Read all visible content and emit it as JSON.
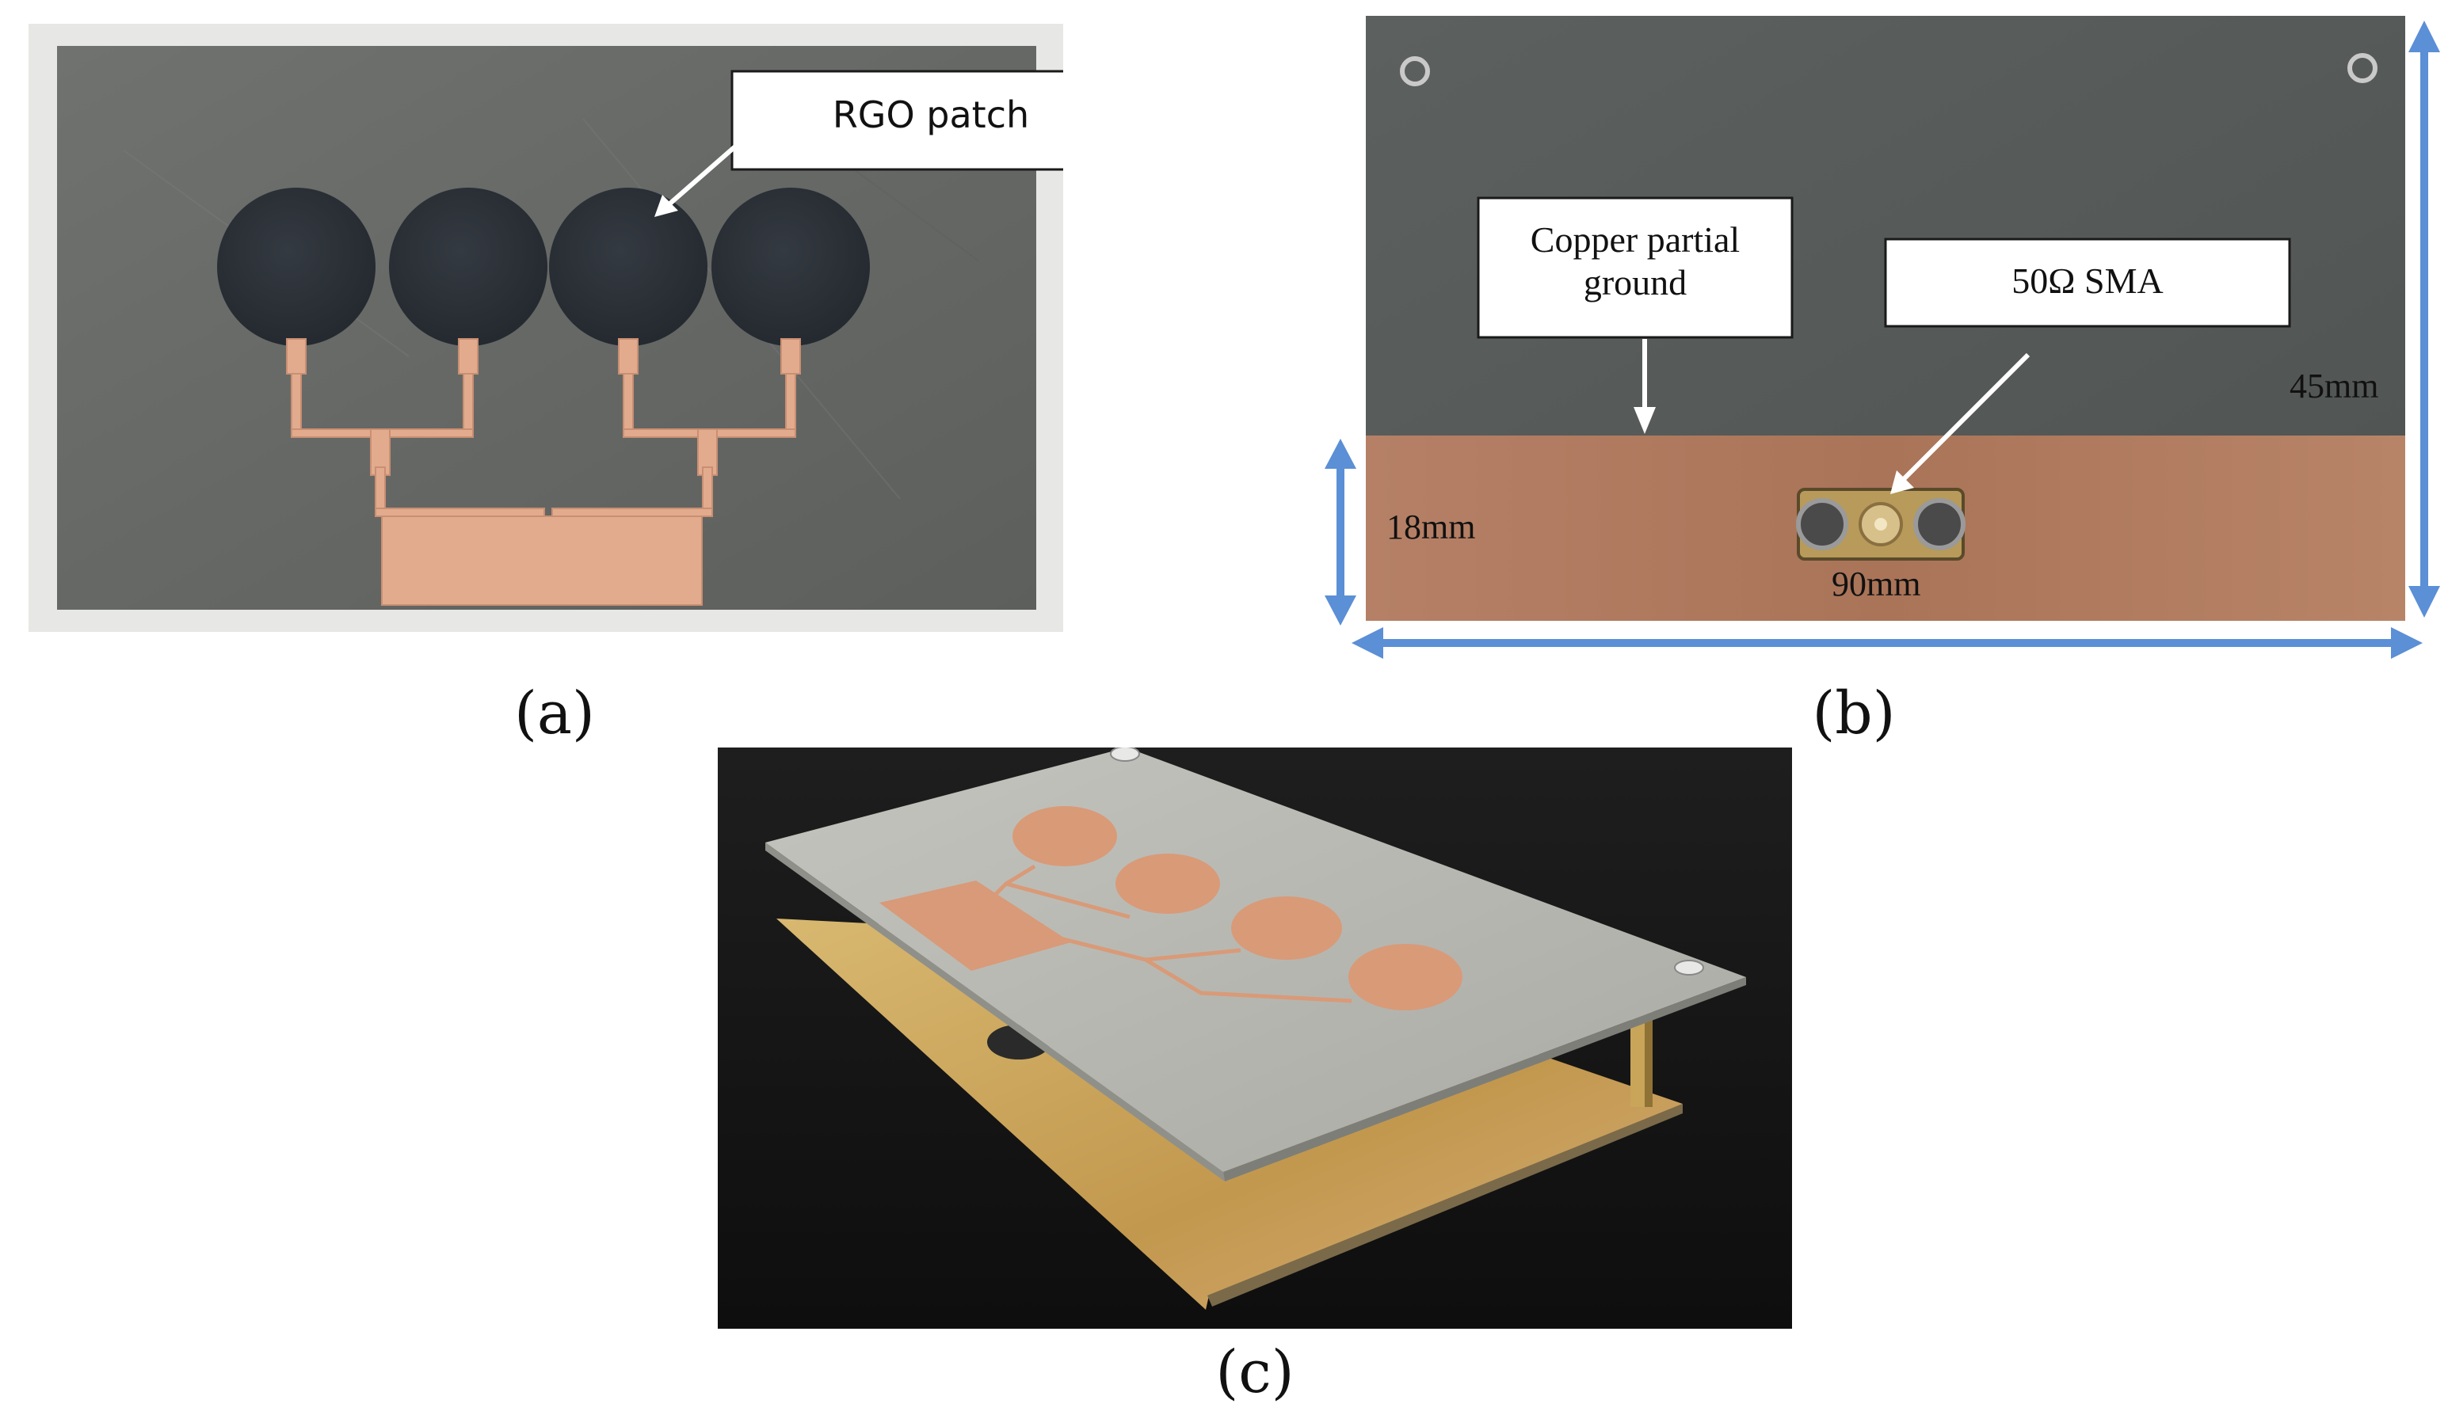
{
  "figure": {
    "panels": [
      {
        "id": "a",
        "caption": "(a)",
        "annotations": {
          "patch_label": "RGO patch"
        },
        "colors": {
          "board": "#6a6a68",
          "patch": "#2a2f35",
          "copper": "#e0a98c",
          "background": "#e6e6e6"
        }
      },
      {
        "id": "b",
        "caption": "(b)",
        "annotations": {
          "ground_label_line1": "Copper partial",
          "ground_label_line2": "ground",
          "connector_label": "50Ω SMA",
          "height_total": "45mm",
          "height_ground": "18mm",
          "width_total": "90mm"
        },
        "colors": {
          "board": "#565958",
          "copper": "#b07a5e",
          "arrow": "#5b8fd6"
        }
      },
      {
        "id": "c",
        "caption": "(c)",
        "annotations": {},
        "colors": {
          "background": "#161616",
          "board": "#b8b8b2",
          "copper": "#d99a78",
          "gold": "#c9a55a"
        }
      }
    ]
  }
}
